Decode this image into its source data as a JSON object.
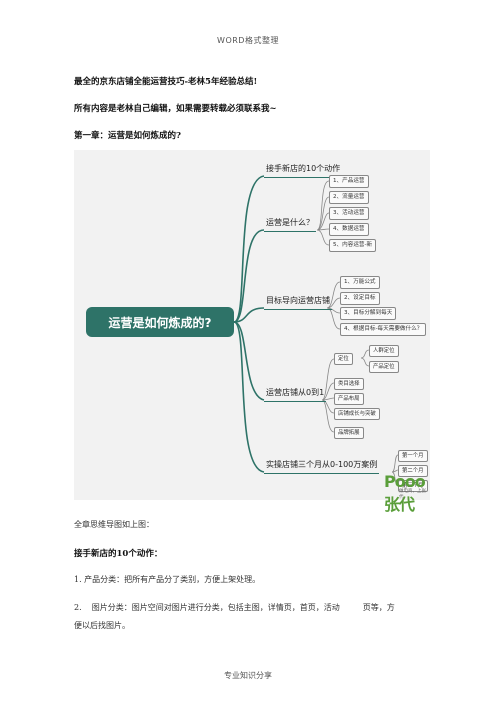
{
  "header": {
    "text": "WORD格式整理"
  },
  "doc": {
    "title_line_1": "最全的京东店铺全能运营技巧-老林5年经验总结!",
    "title_line_2": "所有内容是老林自己编辑，如果需要转载必须联系我~",
    "chapter_1": "第一章：运营是如何炼成的?"
  },
  "mindmap": {
    "root": "运营是如何炼成的?",
    "branches": [
      {
        "label": "接手新店的10个动作",
        "children": []
      },
      {
        "label": "运营是什么？",
        "children": [
          "1、产品运营",
          "2、流量运营",
          "3、活动运营",
          "4、数据运营",
          "5、内容运营-新"
        ]
      },
      {
        "label": "目标导向运营店铺",
        "children": [
          "1、万能公式",
          "2、设定目标",
          "3、目标分解到每天",
          "4、根据目标-每天需要做什么？"
        ]
      },
      {
        "label": "运营店铺从0到1",
        "children": [
          "定位",
          "类目选择",
          "产品布局",
          "店铺成长与突破",
          "品牌拓展"
        ],
        "sub_children": [
          "人群定位",
          "产品定位"
        ]
      },
      {
        "label": "实操店铺三个月从0-100万案例",
        "children": [
          "第一个月",
          "第二个月",
          "第三个月"
        ]
      }
    ],
    "watermark": {
      "logo": "Pooo张代",
      "sub": "做电商，上张代"
    }
  },
  "body": {
    "caption": "全章思维导图如上图：",
    "section_heading": "接手新店的10个动作：",
    "item_1": "1. 产品分类：把所有产品分了类别，方便上架处理。",
    "item_2_line_1": "2.    图片分类：图片空间对图片进行分类，包括主图，详情页，首页，活动         页等，方",
    "item_2_line_2": "便以后找图片。"
  },
  "footer": {
    "text": "专业知识分享"
  },
  "colors": {
    "root_bg": "#2e7368",
    "map_bg": "#f2f2f2",
    "line": "#2e7368"
  }
}
